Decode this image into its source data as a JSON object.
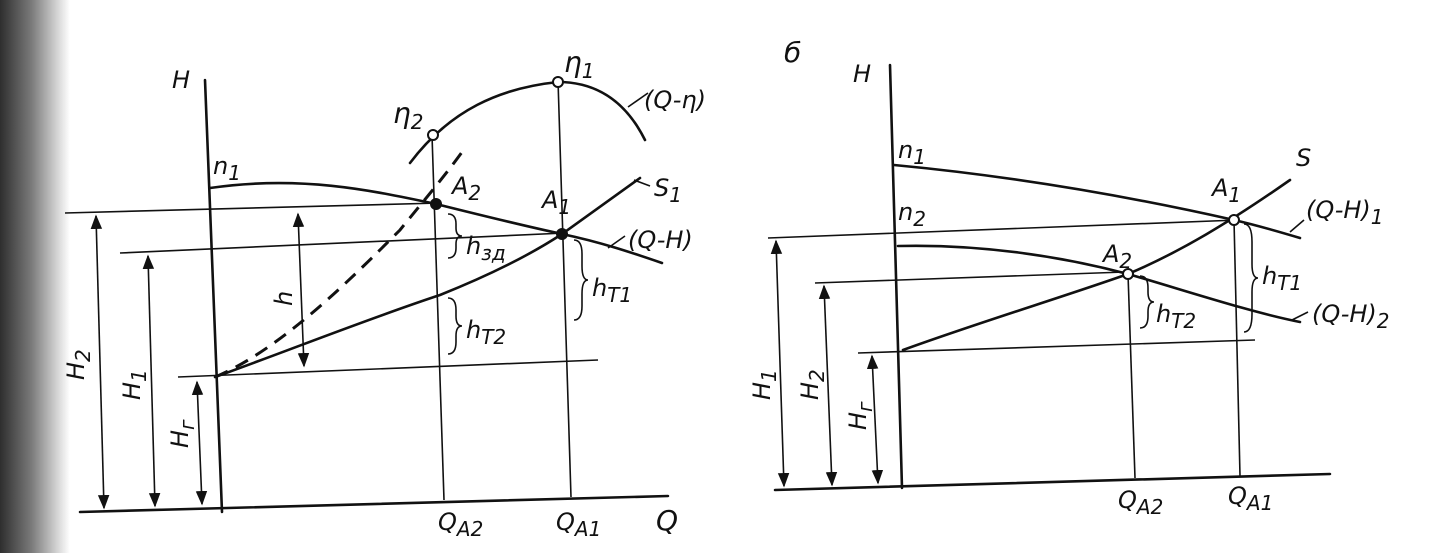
{
  "left": {
    "axis_y": "H",
    "axis_x": "Q",
    "eff_curve": "(Q-η)",
    "eta1": "η",
    "eta1_sub": "1",
    "eta2": "η",
    "eta2_sub": "2",
    "speed": "n",
    "speed_sub": "1",
    "system": "S",
    "system_sub": "1",
    "pump_curve": "(Q-H)",
    "pt_a1": "A",
    "pt_a1_sub": "1",
    "pt_a2": "A",
    "pt_a2_sub": "2",
    "loss_throttle": "h",
    "loss_throttle_sub": "зд",
    "loss_t1": "h",
    "loss_t1_sub": "T1",
    "loss_t2": "h",
    "loss_t2_sub": "T2",
    "h": "h",
    "h_total": "H",
    "h_total_sub": "2",
    "h1": "H",
    "h1_sub": "1",
    "hg": "H",
    "hg_sub": "г",
    "qa2": "Q",
    "qa2_sub": "A2",
    "qa1": "Q",
    "qa1_sub": "A1"
  },
  "right": {
    "panel_label": "б",
    "axis_y": "H",
    "n1": "n",
    "n1_sub": "1",
    "n2": "n",
    "n2_sub": "2",
    "system": "S",
    "pt_a1": "A",
    "pt_a1_sub": "1",
    "pt_a2": "A",
    "pt_a2_sub": "2",
    "curve1": "(Q-H)",
    "curve1_sub": "1",
    "curve2": "(Q-H)",
    "curve2_sub": "2",
    "loss_t1": "h",
    "loss_t1_sub": "T1",
    "loss_t2": "h",
    "loss_t2_sub": "T2",
    "h1": "H",
    "h1_sub": "1",
    "h2": "H",
    "h2_sub": "2",
    "hg": "H",
    "hg_sub": "г",
    "qa2": "Q",
    "qa2_sub": "A2",
    "qa1": "Q",
    "qa1_sub": "A1"
  }
}
